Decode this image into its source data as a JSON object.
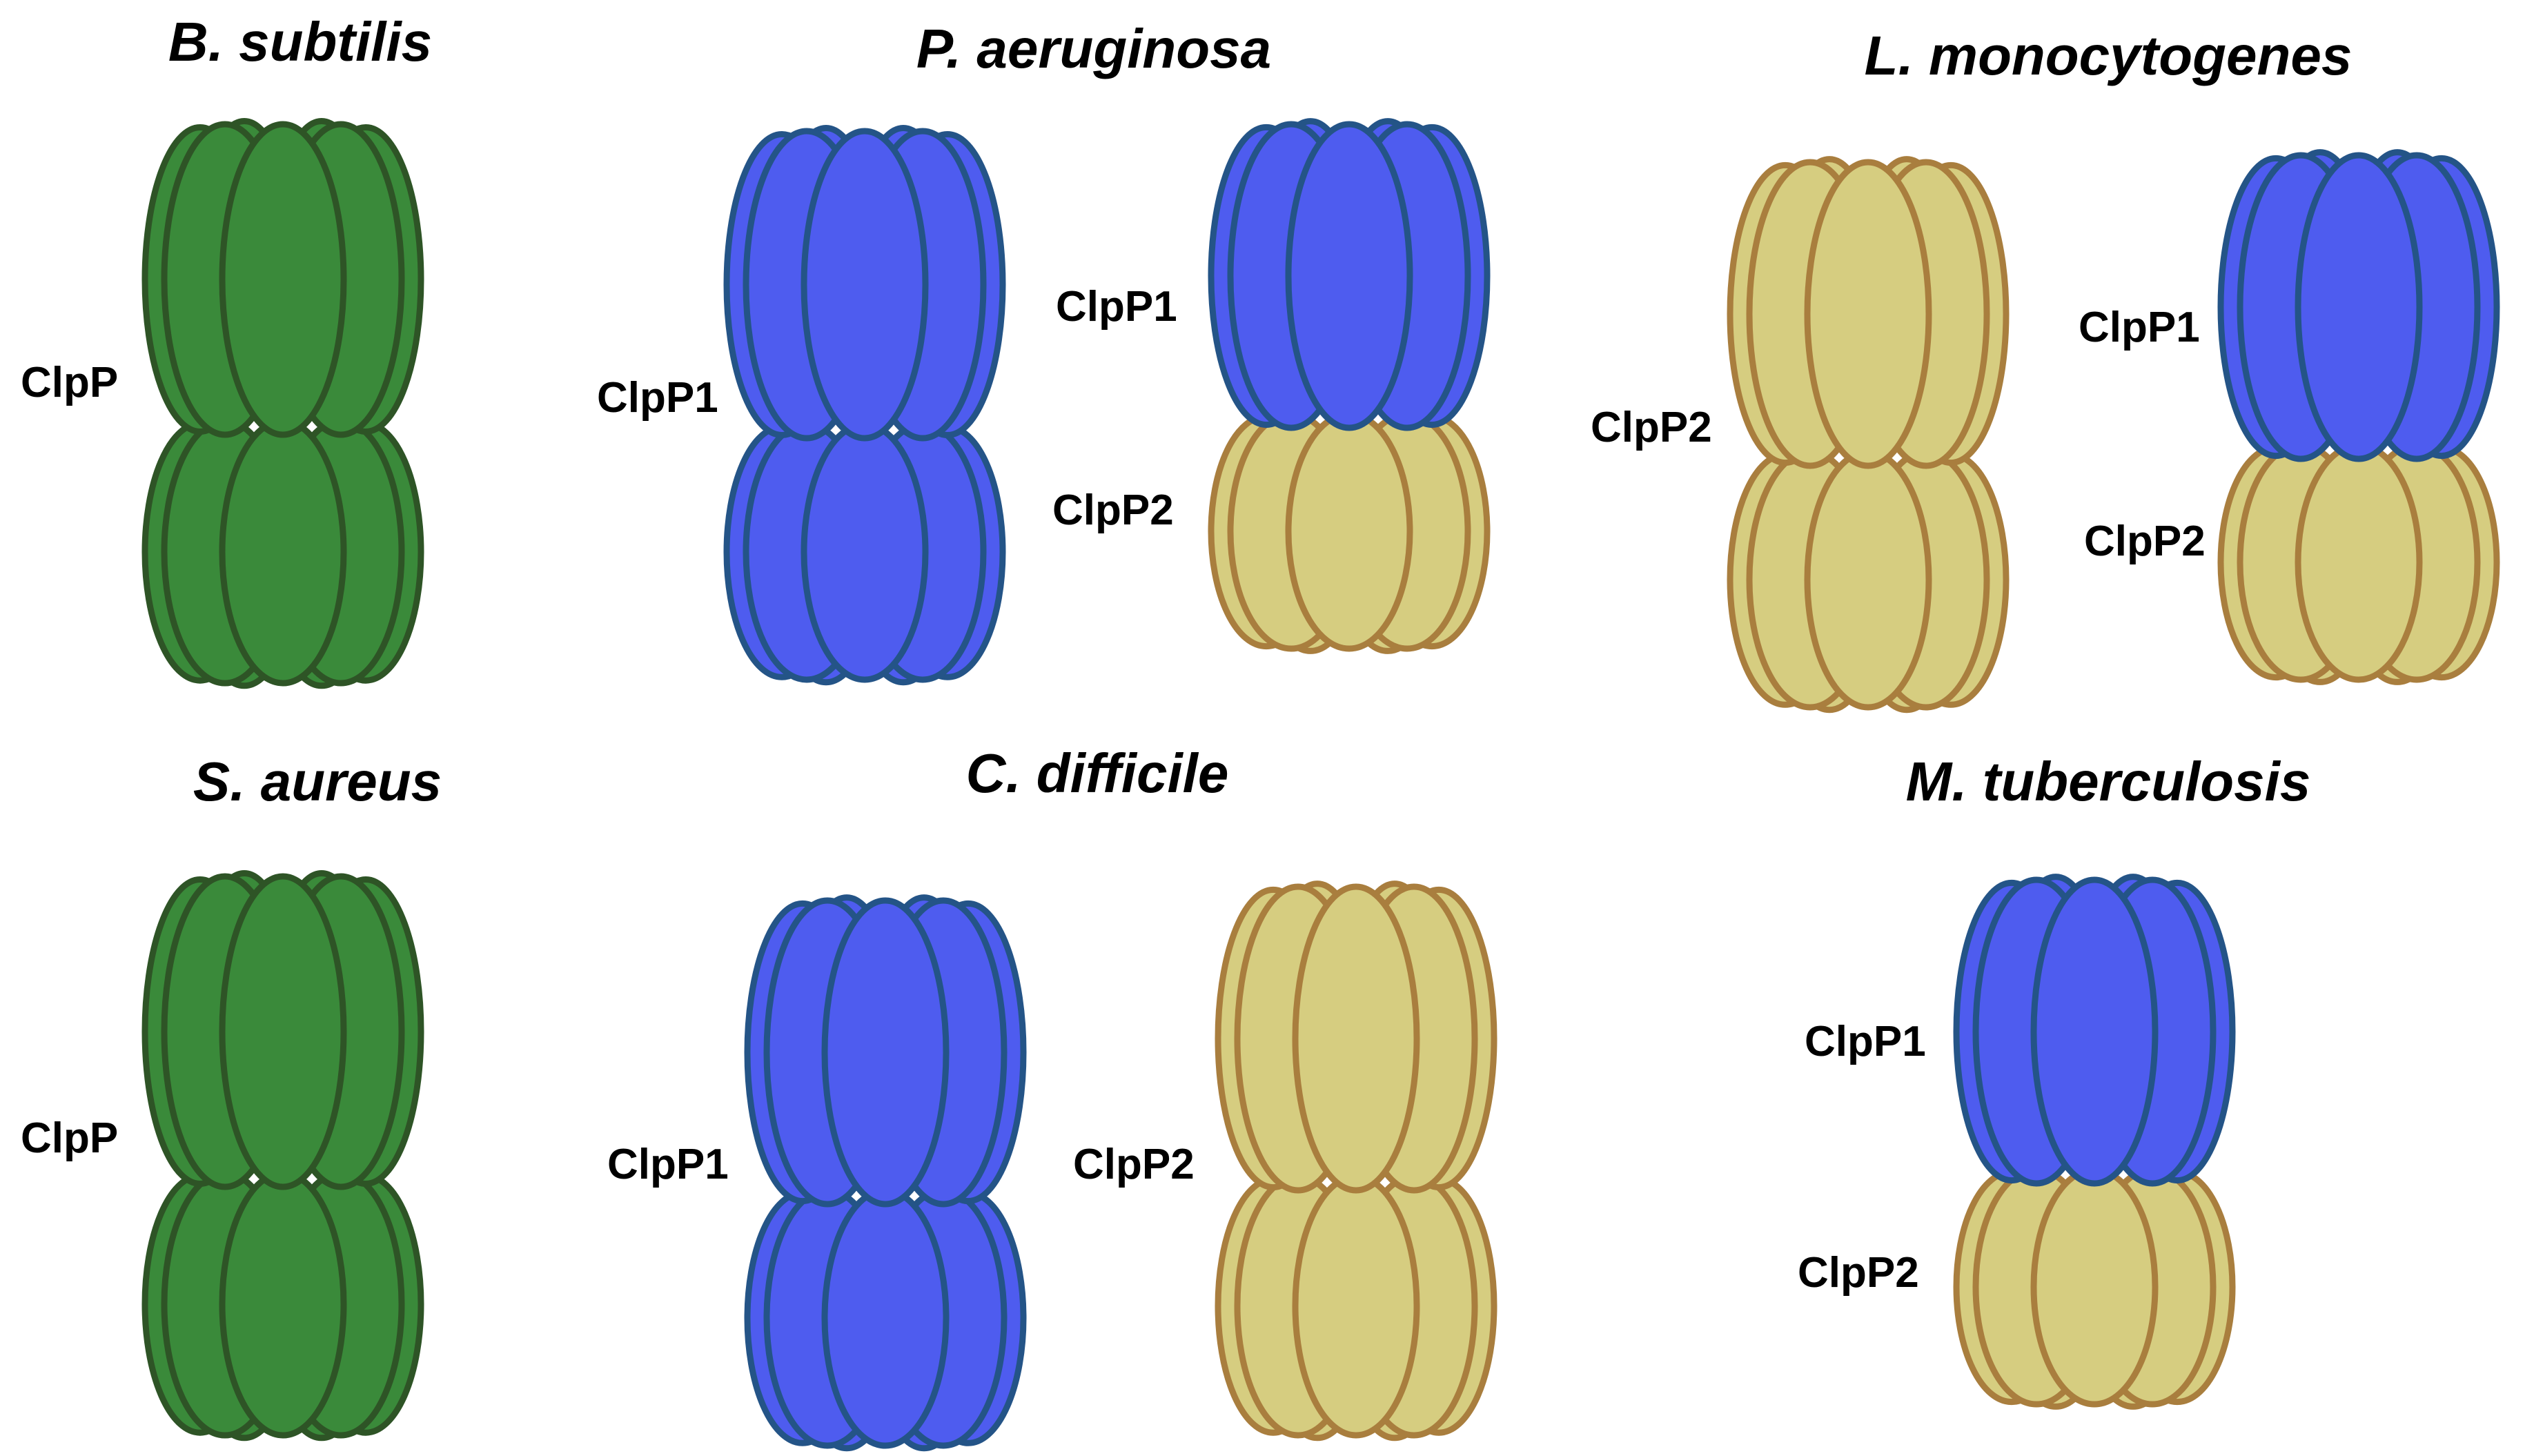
{
  "colors": {
    "green": {
      "fill": "#3a8a3a",
      "stroke": "#2e5426"
    },
    "blue": {
      "fill": "#4e5cef",
      "stroke": "#245487"
    },
    "tan": {
      "fill": "#d6cd80",
      "stroke": "#a97e3e"
    }
  },
  "panels": [
    {
      "title": "B. subtilis",
      "complexes": [
        {
          "label": "ClpP",
          "top": "green",
          "bottom": "green"
        }
      ]
    },
    {
      "title": "P. aeruginosa",
      "complexes": [
        {
          "label": "ClpP1",
          "top": "blue",
          "bottom": "blue"
        },
        {
          "top_label": "ClpP1",
          "bottom_label": "ClpP2",
          "top": "blue",
          "bottom": "tan"
        }
      ]
    },
    {
      "title": "L. monocytogenes",
      "complexes": [
        {
          "label": "ClpP2",
          "top": "tan",
          "bottom": "tan"
        },
        {
          "top_label": "ClpP1",
          "bottom_label": "ClpP2",
          "top": "blue",
          "bottom": "tan"
        }
      ]
    },
    {
      "title": "S. aureus",
      "complexes": [
        {
          "label": "ClpP",
          "top": "green",
          "bottom": "green"
        }
      ]
    },
    {
      "title": "C. difficile",
      "complexes": [
        {
          "label": "ClpP1",
          "top": "blue",
          "bottom": "blue"
        },
        {
          "label": "ClpP2",
          "top": "tan",
          "bottom": "tan"
        }
      ]
    },
    {
      "title": "M. tuberculosis",
      "complexes": [
        {
          "top_label": "ClpP1",
          "bottom_label": "ClpP2",
          "top": "blue",
          "bottom": "tan"
        }
      ]
    }
  ]
}
